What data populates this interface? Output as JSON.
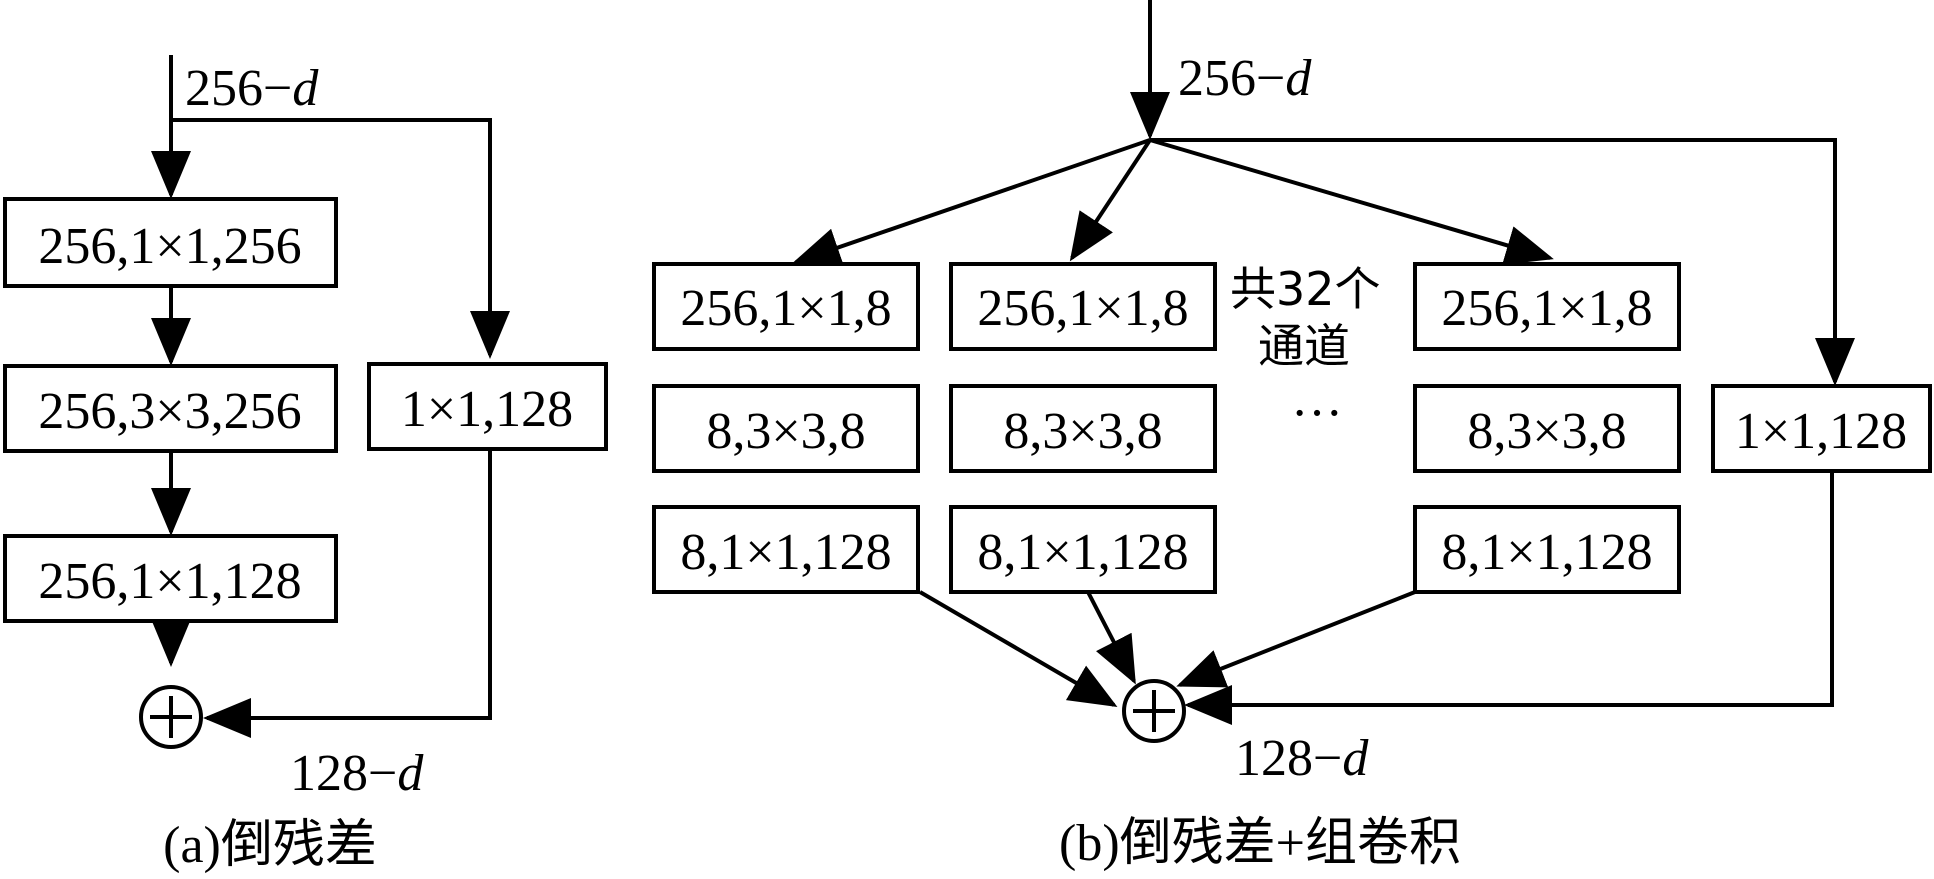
{
  "panel_a": {
    "input_label": {
      "num": "256",
      "dash": "−",
      "unit": "d"
    },
    "output_label": {
      "num": "128",
      "dash": "−",
      "unit": "d"
    },
    "boxes": [
      "256,1×1,256",
      "256,3×3,256",
      "256,1×1,128"
    ],
    "shortcut_box": "1×1,128",
    "caption": "(a)倒残差"
  },
  "panel_b": {
    "input_label": {
      "num": "256",
      "dash": "−",
      "unit": "d"
    },
    "output_label": {
      "num": "128",
      "dash": "−",
      "unit": "d"
    },
    "branches": [
      [
        "256,1×1,8",
        "8,3×3,8",
        "8,1×1,128"
      ],
      [
        "256,1×1,8",
        "8,3×3,8",
        "8,1×1,128"
      ],
      [
        "256,1×1,8",
        "8,3×3,8",
        "8,1×1,128"
      ]
    ],
    "shortcut_box": "1×1,128",
    "channels_note": [
      "共32个",
      "通道"
    ],
    "ellipsis": "···",
    "caption": "(b)倒残差+组卷积"
  },
  "colors": {
    "stroke": "#000000",
    "background": "#ffffff"
  },
  "icons": {
    "sum_node": "circled-plus-icon",
    "arrow": "arrowhead-icon"
  }
}
